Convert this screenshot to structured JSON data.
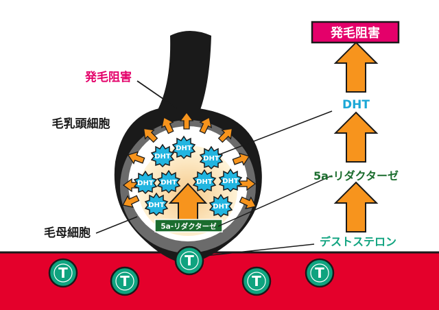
{
  "title_box": {
    "text": "発毛阻害"
  },
  "labels": {
    "hair_loss_red": "発毛阻害",
    "dermal_papilla": "毛乳頭細胞",
    "matrix_cell": "毛母細胞",
    "dht": "DHT",
    "reductase_right": "5a-リダクターゼ",
    "testosterone": "デストステロン"
  },
  "inner_box": {
    "text": "5a-リダクターゼ"
  },
  "dht_badge": "DHT",
  "t_badge": "T",
  "colors": {
    "red": "#e4002b",
    "magenta": "#e4006a",
    "orange": "#f7941d",
    "cyan": "#1ba7d6",
    "teal": "#0fa37f",
    "dark_green": "#1b6d2e",
    "black": "#1a1a1a"
  }
}
